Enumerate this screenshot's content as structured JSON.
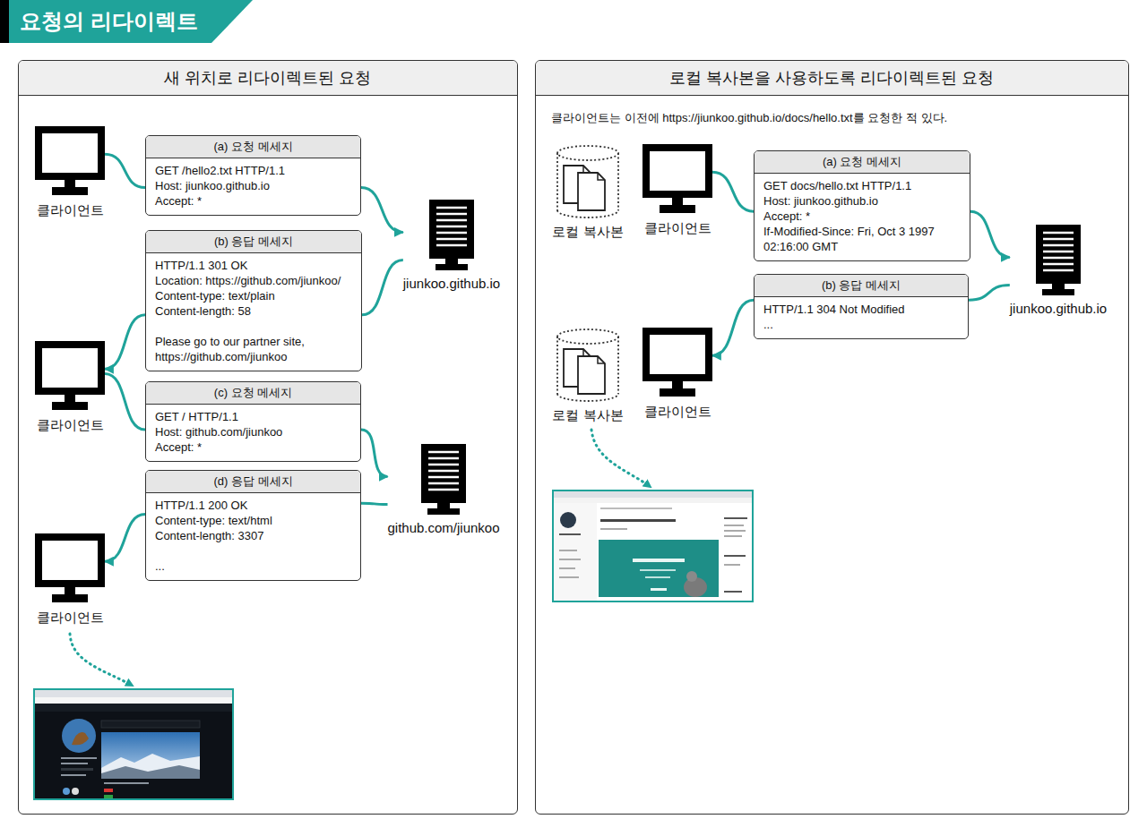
{
  "diagram": {
    "title": "요청의 리다이렉트",
    "nodes": [
      {
        "text": [
          "새 위치로 리다이렉트된 요청"
        ]
      },
      {
        "text": [
          "클라이언트"
        ],
        "in": 0
      },
      {
        "text": [
          "(a) 요청 메세지",
          "GET /hello2.txt HTTP/1.1",
          "Host: jiunkoo.github.io",
          "Accept: *"
        ],
        "in": 0
      },
      {
        "text": [
          "jiunkoo.github.io"
        ],
        "in": 0
      },
      {
        "text": [
          "(b) 응답 메세지",
          "HTTP/1.1 301 OK",
          "Location: https://github.com/jiunkoo/",
          "Content-type: text/plain",
          "Content-length: 58",
          "Please go to our partner site, https://github.com/jiunkoo"
        ],
        "in": 0
      },
      {
        "text": [
          "클라이언트"
        ],
        "in": 0
      },
      {
        "text": [
          "(c) 요청 메세지",
          "GET / HTTP/1.1",
          "Host: github.com/jiunkoo",
          "Accept: *"
        ],
        "in": 0
      },
      {
        "text": [
          "github.com/jiunkoo"
        ],
        "in": 0
      },
      {
        "text": [
          "(d) 응답 메세지",
          "HTTP/1.1 200 OK",
          "Content-type: text/html",
          "Content-length: 3307",
          "..."
        ],
        "in": 0
      },
      {
        "text": [
          "클라이언트"
        ],
        "in": 0
      },
      {
        "text": [
          "로컬 복사본을 사용하도록 리다이렉트된 요청",
          "클라이언트는 이전에 https://jiunkoo.github.io/docs/hello.txt를 요청한 적 있다."
        ]
      },
      {
        "text": [
          "로컬 복사본"
        ],
        "in": 10
      },
      {
        "text": [
          "클라이언트"
        ],
        "in": 10
      },
      {
        "text": [
          "(a) 요청 메세지",
          "GET docs/hello.txt HTTP/1.1",
          "Host: jiunkoo.github.io",
          "Accept: *",
          "If-Modified-Since: Fri, Oct 3 1997 02:16:00 GMT"
        ],
        "in": 10
      },
      {
        "text": [
          "jiunkoo.github.io"
        ],
        "in": 10
      },
      {
        "text": [
          "(b) 응답 메세지",
          "HTTP/1.1 304 Not Modified",
          "..."
        ],
        "in": 10
      },
      {
        "text": [
          "로컬 복사본"
        ],
        "in": 10
      },
      {
        "text": [
          "클라이언트"
        ],
        "in": 10
      }
    ],
    "edges": [
      {
        "from": 1,
        "to": 2,
        "arrow": "none"
      },
      {
        "from": 2,
        "to": 3,
        "arrow": "to"
      },
      {
        "from": 3,
        "to": 4,
        "arrow": "none"
      },
      {
        "from": 4,
        "to": 5,
        "arrow": "to"
      },
      {
        "from": 5,
        "to": 6,
        "arrow": "none"
      },
      {
        "from": 6,
        "to": 7,
        "arrow": "to"
      },
      {
        "from": 7,
        "to": 8,
        "arrow": "none"
      },
      {
        "from": 8,
        "to": 9,
        "arrow": "to"
      },
      {
        "from": 12,
        "to": 13,
        "arrow": "none"
      },
      {
        "from": 13,
        "to": 14,
        "arrow": "to"
      },
      {
        "from": 14,
        "to": 15,
        "arrow": "none"
      },
      {
        "from": 15,
        "to": 17,
        "arrow": "to"
      }
    ]
  }
}
